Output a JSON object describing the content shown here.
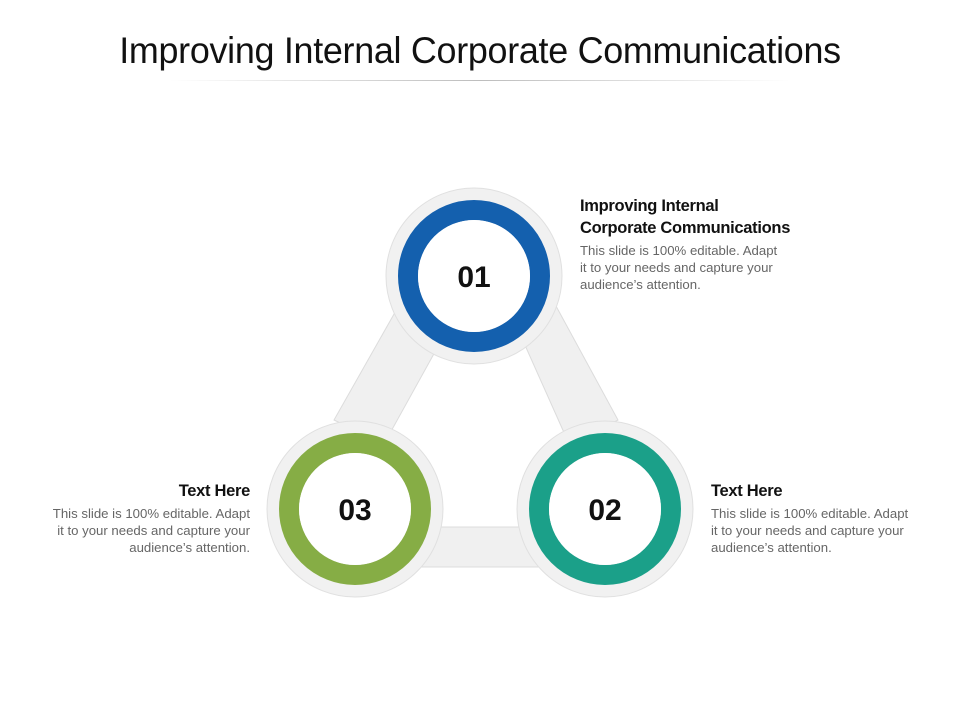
{
  "slide": {
    "title": "Improving Internal Corporate Communications"
  },
  "colors": {
    "step1": "#1460ae",
    "step2": "#1ba089",
    "step3": "#86ad45",
    "connector": "#f0f0f0",
    "connector_border": "#dcdcdc"
  },
  "steps": [
    {
      "number": "01",
      "heading": "Improving Internal Corporate Communications",
      "heading_line1": "Improving Internal",
      "heading_line2": "Corporate Communications",
      "body_line1": "This slide is 100% editable.  Adapt",
      "body_line2": "it to your needs and capture your",
      "body_line3": "audience’s attention."
    },
    {
      "number": "02",
      "heading": "Text Here",
      "body_line1": "This slide is 100% editable.  Adapt",
      "body_line2": "it to your needs and capture your",
      "body_line3": "audience’s attention."
    },
    {
      "number": "03",
      "heading": "Text Here",
      "body_line1": "This slide is 100% editable.  Adapt",
      "body_line2": "it to your needs and capture your",
      "body_line3": "audience’s attention."
    }
  ]
}
